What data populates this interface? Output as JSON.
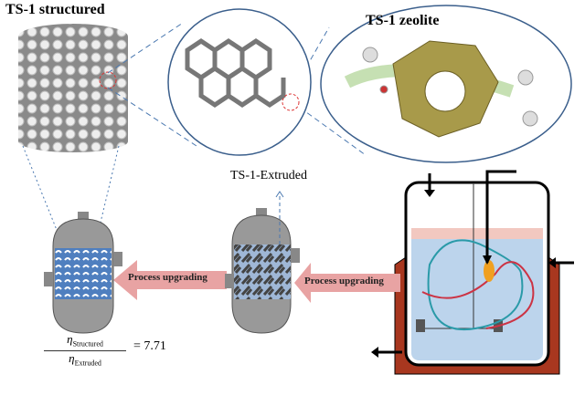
{
  "labels": {
    "structured_title": "TS-1 structured",
    "zeolite_title": "TS-1 zeolite",
    "extruded_label": "TS-1-Extruded",
    "arrow_left": "Process upgrading",
    "arrow_right": "Process upgrading"
  },
  "formula": {
    "symbol": "η",
    "numerator_sub": "Structured",
    "denominator_sub": "Extruded",
    "result": "= 7.71"
  },
  "colors": {
    "arrow_fill": "#e8a3a3",
    "catalyst_blue": "#5a8ac6",
    "reactor_jacket": "#a8371f",
    "liquid": "#bcd4ec",
    "zeolite": "#a89a4a"
  }
}
